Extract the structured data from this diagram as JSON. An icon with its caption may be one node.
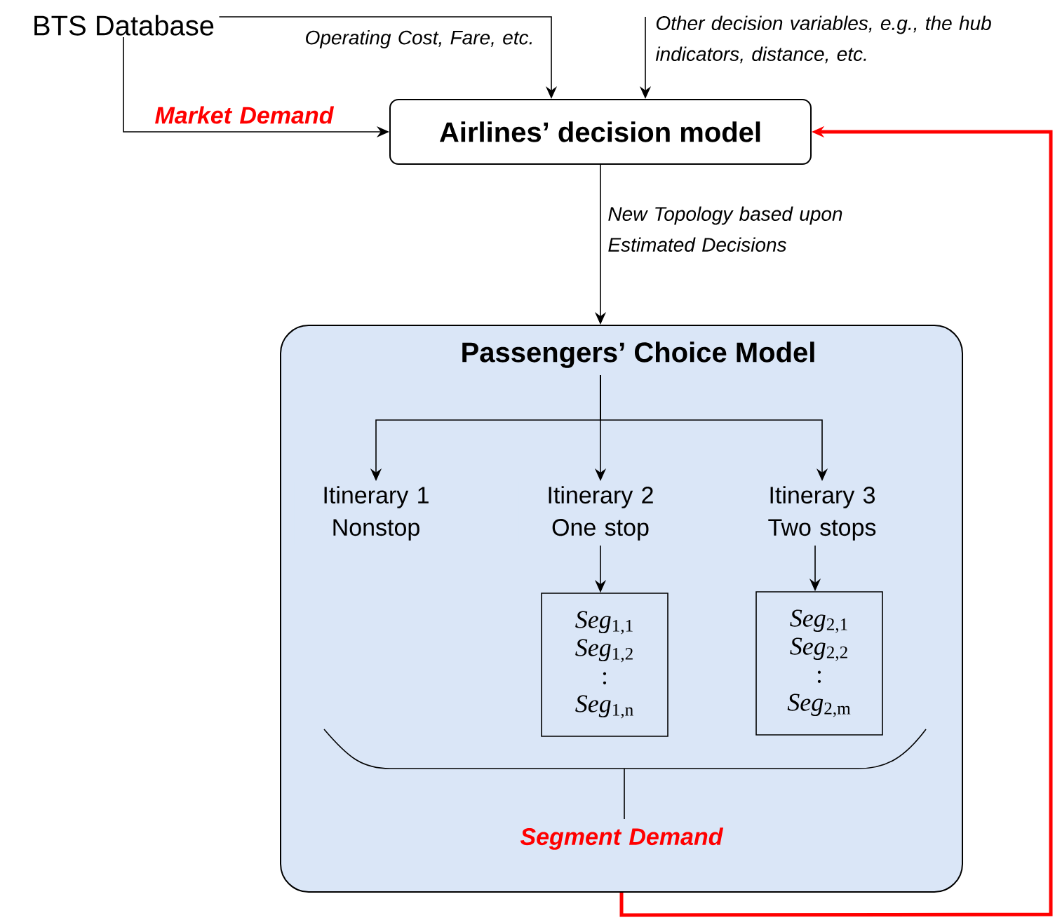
{
  "diagram": {
    "nodes": [
      {
        "text": [
          "BTS Database"
        ]
      },
      {
        "text": [
          "Airlines’ decision model"
        ]
      },
      {
        "text": [
          "Passengers’ Choice Model"
        ]
      },
      {
        "text": [
          "Itinerary 1 Nonstop"
        ],
        "in": 2
      },
      {
        "text": [
          "Itinerary 2 One stop"
        ],
        "in": 2
      },
      {
        "text": [
          "Itinerary 3 Two stops"
        ],
        "in": 2
      },
      {
        "text": [
          "*Seg*$_{1,1}$",
          "*Seg*$_{1,2}$",
          ":",
          "*Seg*$_{1,n}$"
        ],
        "in": 2
      },
      {
        "text": [
          "*Seg*$_{2,1}$",
          "*Seg*$_{2,2}$",
          ":",
          "*Seg*$_{2,m}$"
        ],
        "in": 2
      }
    ],
    "edges": [
      {
        "from": 0,
        "to": 1,
        "arrow": "to",
        "label": "Operating Cost, Fare, etc."
      },
      {
        "from": null,
        "to": 1,
        "arrow": "to",
        "label": "Other decision variables, e.g., the hub indicators, distance, etc."
      },
      {
        "from": 0,
        "to": 1,
        "arrow": "to",
        "label": "Market Demand"
      },
      {
        "from": 1,
        "to": 2,
        "arrow": "to",
        "label": "New Topology based upon Estimated Decisions"
      },
      {
        "from": 2,
        "to": 3,
        "arrow": "to"
      },
      {
        "from": 2,
        "to": 4,
        "arrow": "to"
      },
      {
        "from": 2,
        "to": 5,
        "arrow": "to"
      },
      {
        "from": 4,
        "to": 6,
        "arrow": "to"
      },
      {
        "from": 5,
        "to": 7,
        "arrow": "to"
      },
      {
        "from": 2,
        "to": 1,
        "arrow": "to",
        "label": "Segment Demand",
        "style": "thick",
        "color": "#ff0000"
      }
    ]
  }
}
